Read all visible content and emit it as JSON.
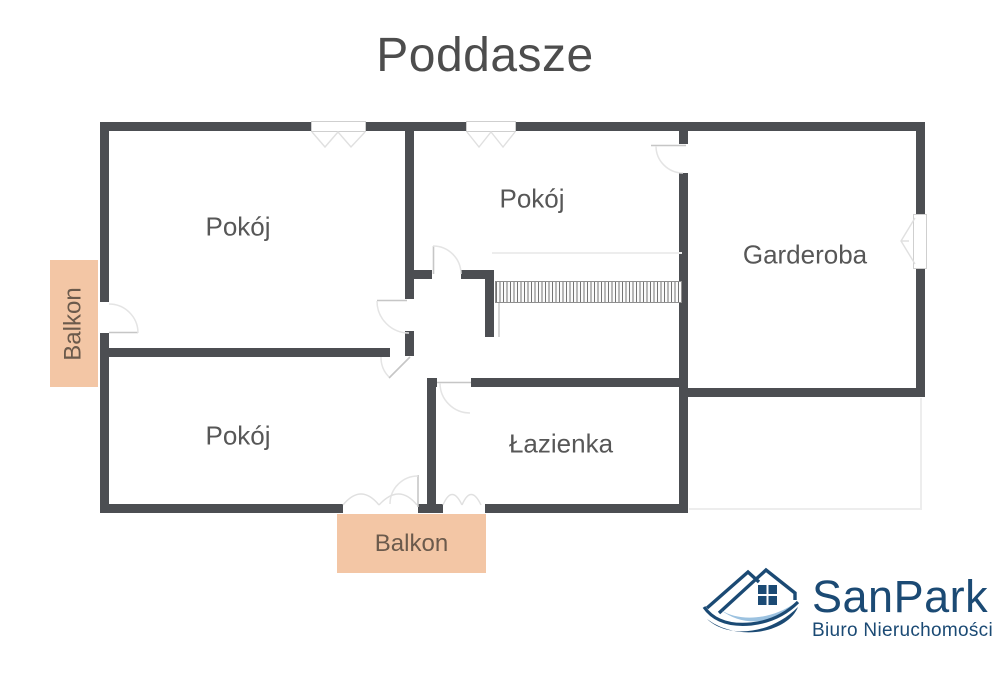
{
  "title": "Poddasze",
  "rooms": [
    {
      "name": "Pokój",
      "position": "top-left"
    },
    {
      "name": "Pokój",
      "position": "top-middle"
    },
    {
      "name": "Garderoba",
      "position": "right"
    },
    {
      "name": "Pokój",
      "position": "bottom-left"
    },
    {
      "name": "Łazienka",
      "position": "bottom-middle"
    }
  ],
  "balconies": [
    {
      "label": "Balkon",
      "orientation": "vertical-left"
    },
    {
      "label": "Balkon",
      "orientation": "horizontal-bottom"
    }
  ],
  "features": [
    "stairs-hatch",
    "door-swings",
    "casement-windows"
  ],
  "logo": {
    "brand": "SanPark",
    "tagline": "Biuro Nieruchomości"
  },
  "colors": {
    "wall": "#4c4e52",
    "balcony": "#f3c6a5",
    "balcony_text": "#6b5a4c",
    "label": "#575757",
    "title": "#4d4d4d",
    "logo_dark": "#1b4a74",
    "logo_light": "#9cc2e0",
    "door_line": "#c6c6c6",
    "arc_line": "#e4e4e4",
    "faint_line": "#ededed",
    "hatch_line": "#737373"
  }
}
